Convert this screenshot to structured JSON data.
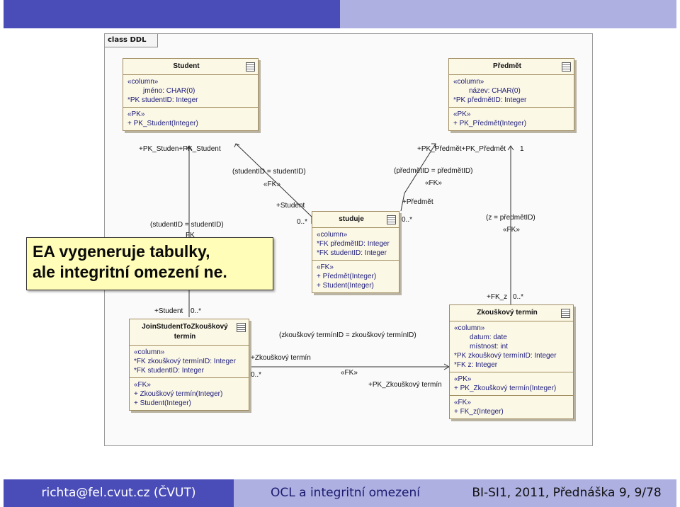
{
  "frame_label": "class DDL",
  "tables": {
    "student": {
      "title": "Student",
      "stereotype_column": "«column»",
      "columns": [
        "jméno:  CHAR(0)",
        "*PK  studentID:  Integer"
      ],
      "stereotype_pk": "«PK»",
      "ops": [
        "+      PK_Student(Integer)"
      ]
    },
    "predmet": {
      "title": "Předmět",
      "stereotype_column": "«column»",
      "columns": [
        "název:  CHAR(0)",
        "*PK  předmětID:  Integer"
      ],
      "stereotype_pk": "«PK»",
      "ops": [
        "+      PK_Předmět(Integer)"
      ]
    },
    "studuje": {
      "title": "studuje",
      "stereotype_column": "«column»",
      "columns": [
        "*FK  předmětID:  Integer",
        "*FK  studentID:  Integer"
      ],
      "stereotype_fk": "«FK»",
      "ops": [
        "+      Předmět(Integer)",
        "+      Student(Integer)"
      ]
    },
    "join": {
      "title": "JoinStudentToZkouškový termín",
      "stereotype_column": "«column»",
      "columns": [
        "*FK  zkouškový termínID:  Integer",
        "*FK  studentID:  Integer"
      ],
      "stereotype_fk": "«FK»",
      "ops": [
        "+      Zkouškový termín(Integer)",
        "+      Student(Integer)"
      ]
    },
    "zkouskovy": {
      "title": "Zkouškový termín",
      "stereotype_column": "«column»",
      "columns": [
        "datum:  date",
        "místnost:  int",
        "*PK  zkouškový termínID:  Integer",
        "*FK  z:  Integer"
      ],
      "stereotype_pk": "«PK»",
      "pk_ops": [
        "+      PK_Zkouškový termín(Integer)"
      ],
      "stereotype_fk": "«FK»",
      "fk_ops": [
        "+      FK_z(Integer)"
      ]
    }
  },
  "labels": {
    "pk_student_pair": "+PK_Studen+PK_Student",
    "student_cond_top": "(studentID = studentID)",
    "fk_top_left": "«FK»",
    "plus_student_top": "+Student",
    "mult_studuje_left": "0..*",
    "student_cond_left": "(studentID = studentID)",
    "fk_partial": "FK",
    "pk_predmet_pair": "+PK_Předmět+PK_Předmět",
    "mult_one": "1",
    "predmet_cond": "(předmětID = předmětID)",
    "fk_top_right": "«FK»",
    "plus_predmet": "+Předmět",
    "mult_studuje_right": "0..*",
    "z_cond": "(z = předmětID)",
    "fk_right": "«FK»",
    "plus_fk_z": "+FK_z",
    "mult_fk_z": "0..*",
    "plus_student_join": "+Student",
    "mult_join_top": "0..*",
    "zt_cond": "(zkouškový termínID = zkouškový termínID)",
    "plus_zt": "+Zkouškový termín",
    "mult_join_right": "0..*",
    "fk_bottom": "«FK»",
    "pk_zt": "+PK_Zkouškový termín"
  },
  "callout": {
    "line1": "EA vygeneruje tabulky,",
    "line2": "ale integritní omezení ne."
  },
  "footer": {
    "left": "richta@fel.cvut.cz (ČVUT)",
    "center": "OCL a integritní omezení",
    "right": "BI-SI1, 2011, Přednáška 9, 9/78"
  },
  "colors": {
    "header_dark": "#4a4cb8",
    "header_light": "#aeb0e2",
    "table_fill": "#fcf8e6",
    "callout_fill": "#fffdb8"
  }
}
